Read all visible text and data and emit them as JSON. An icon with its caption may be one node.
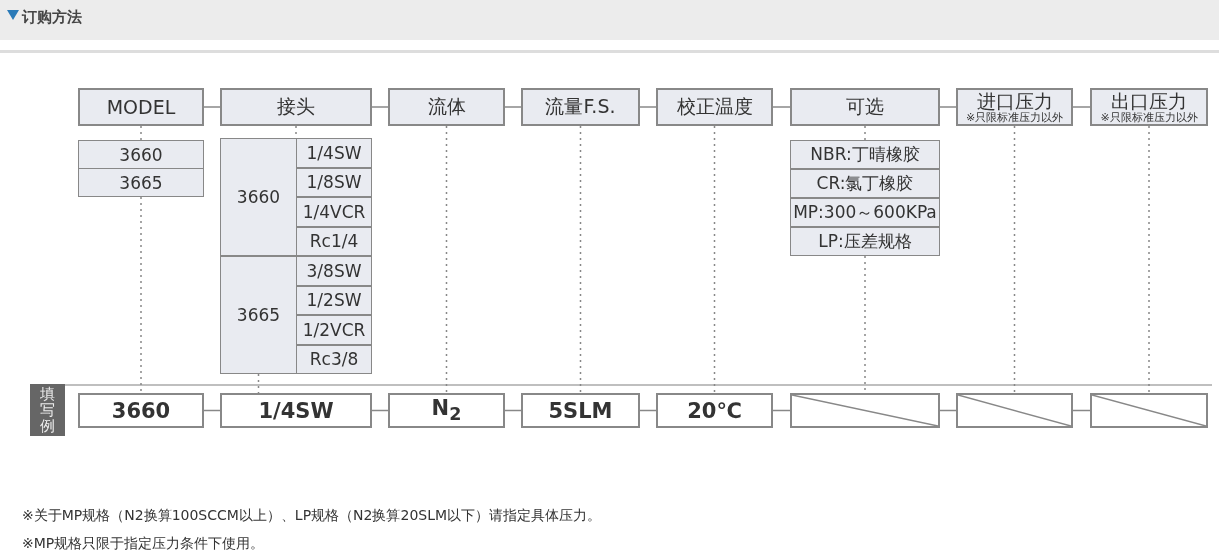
{
  "diagram": {
    "title": "订购方法",
    "nodes": [
      {
        "text": [
          "MODEL"
        ]
      },
      {
        "text": [
          "接头"
        ]
      },
      {
        "text": [
          "流体"
        ]
      },
      {
        "text": [
          "流量F.S."
        ]
      },
      {
        "text": [
          "校正温度"
        ]
      },
      {
        "text": [
          "可选"
        ]
      },
      {
        "text": [
          "进口压力",
          "※只限标准压力以外"
        ]
      },
      {
        "text": [
          "出口压力",
          "※只限标准压力以外"
        ]
      },
      {
        "text": [
          "3660"
        ]
      },
      {
        "text": [
          "3665"
        ]
      },
      {
        "text": [
          "3660"
        ]
      },
      {
        "text": [
          "1/4SW"
        ]
      },
      {
        "text": [
          "1/8SW"
        ]
      },
      {
        "text": [
          "1/4VCR"
        ]
      },
      {
        "text": [
          "Rc1/4"
        ]
      },
      {
        "text": [
          "3665"
        ]
      },
      {
        "text": [
          "3/8SW"
        ]
      },
      {
        "text": [
          "1/2SW"
        ]
      },
      {
        "text": [
          "1/2VCR"
        ]
      },
      {
        "text": [
          "Rc3/8"
        ]
      },
      {
        "text": [
          "NBR:丁晴橡胶"
        ]
      },
      {
        "text": [
          "CR:氯丁橡胶"
        ]
      },
      {
        "text": [
          "MP:300～600KPa"
        ]
      },
      {
        "text": [
          "LP:压差规格"
        ]
      },
      {
        "text": [
          "填写例"
        ]
      },
      {
        "text": [
          "3660"
        ]
      },
      {
        "text": [
          "1/4SW"
        ]
      },
      {
        "text": [
          "N$_{2}$"
        ]
      },
      {
        "text": [
          "5SLM"
        ]
      },
      {
        "text": [
          "20℃"
        ]
      },
      {
        "text": [],
        "shape": "box"
      },
      {
        "text": [],
        "shape": "box"
      },
      {
        "text": [],
        "shape": "box"
      }
    ],
    "edges": [
      {
        "from": 0,
        "to": 1,
        "arrow": "none"
      },
      {
        "from": 1,
        "to": 2,
        "arrow": "none"
      },
      {
        "from": 2,
        "to": 3,
        "arrow": "none"
      },
      {
        "from": 3,
        "to": 4,
        "arrow": "none"
      },
      {
        "from": 4,
        "to": 5,
        "arrow": "none"
      },
      {
        "from": 5,
        "to": 6,
        "arrow": "none"
      },
      {
        "from": 6,
        "to": 7,
        "arrow": "none"
      },
      {
        "from": 25,
        "to": 26,
        "arrow": "none"
      },
      {
        "from": 26,
        "to": 27,
        "arrow": "none"
      },
      {
        "from": 27,
        "to": 28,
        "arrow": "none"
      },
      {
        "from": 28,
        "to": 29,
        "arrow": "none"
      },
      {
        "from": 29,
        "to": 30,
        "arrow": "none"
      },
      {
        "from": 30,
        "to": 31,
        "arrow": "none"
      },
      {
        "from": 31,
        "to": 32,
        "arrow": "none"
      },
      {
        "from": 0,
        "to": 8,
        "arrow": "none",
        "style": "dashed"
      },
      {
        "from": 9,
        "to": 25,
        "arrow": "none",
        "style": "dashed"
      },
      {
        "from": 1,
        "to": 10,
        "arrow": "none",
        "style": "dashed"
      },
      {
        "from": 15,
        "to": 26,
        "arrow": "none",
        "style": "dashed"
      },
      {
        "from": 2,
        "to": 27,
        "arrow": "none",
        "style": "dashed"
      },
      {
        "from": 3,
        "to": 28,
        "arrow": "none",
        "style": "dashed"
      },
      {
        "from": 4,
        "to": 29,
        "arrow": "none",
        "style": "dashed"
      },
      {
        "from": 5,
        "to": 20,
        "arrow": "none",
        "style": "dashed"
      },
      {
        "from": 23,
        "to": 30,
        "arrow": "none",
        "style": "dashed"
      },
      {
        "from": 6,
        "to": 31,
        "arrow": "none",
        "style": "dashed"
      },
      {
        "from": 7,
        "to": 32,
        "arrow": "none",
        "style": "dashed"
      }
    ],
    "labels": [
      "※关于MP规格（N2换算100SCCM以上）、LP规格（N2换算20SLM以下）请指定具体压力。",
      "※MP规格只限于指定压力条件下使用。"
    ]
  }
}
